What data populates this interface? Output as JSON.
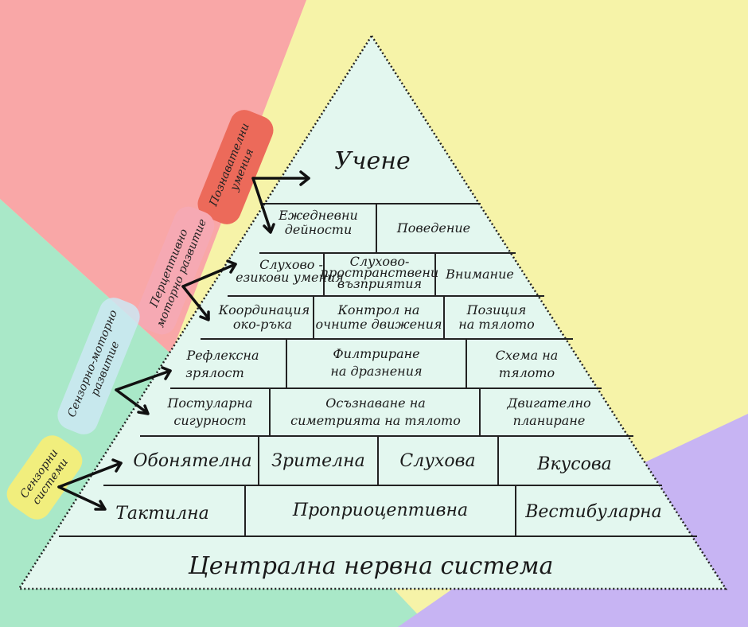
{
  "colors": {
    "pink": "#f9a7a7",
    "yellow": "#f6f3a8",
    "mint": "#a9e8c8",
    "lavender": "#c7b4f3",
    "pyramid_fill": "#e3f7ef",
    "brick_stroke": "#222222",
    "tag_red": "#ec6a5a",
    "tag_pink": "#f6a9b3",
    "tag_blue": "#cde8f3",
    "tag_yellow": "#f1ee7d"
  },
  "apex": {
    "label": "Учене"
  },
  "rows": [
    {
      "cells": [
        "Ежедневни дейности",
        "Поведение"
      ]
    },
    {
      "cells": [
        "Слухово - езикови умения",
        "Слухово- пространствени възприятия",
        "Внимание"
      ]
    },
    {
      "cells": [
        "Координация око-ръка",
        "Контрол на очните движения",
        "Позиция на тялото"
      ]
    },
    {
      "cells": [
        "Рефлексна зрялост",
        "Филтриране на дразнения",
        "Схема на тялото"
      ]
    },
    {
      "cells": [
        "Постуларна сигурност",
        "Осъзнаване на симетрията на тялото",
        "Двигателно планиране"
      ]
    },
    {
      "cells": [
        "Обонятелна",
        "Зрителна",
        "Слухова",
        "Вкусова"
      ]
    },
    {
      "cells": [
        "Тактилна",
        "Проприоцептивна",
        "Вестибуларна"
      ]
    }
  ],
  "base": {
    "label": "Централна нервна система"
  },
  "side_labels": [
    {
      "id": "cognitive",
      "text": "Познавателни умения",
      "icon": "arrow-fork-icon"
    },
    {
      "id": "perceptual",
      "text": "Перцептивно моторно развитие",
      "icon": "arrow-fork-icon"
    },
    {
      "id": "sensorimotor",
      "text": "Сензорно-моторно развитие",
      "icon": "arrow-fork-icon"
    },
    {
      "id": "sensory",
      "text": "Сензорни системи",
      "icon": "arrow-fork-icon"
    }
  ]
}
